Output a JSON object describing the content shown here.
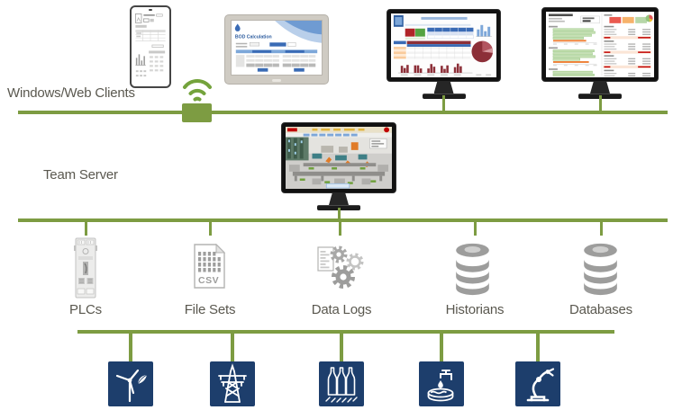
{
  "labels": {
    "clients": "Windows/Web Clients",
    "server": "Team Server"
  },
  "tablet": {
    "screen_title": "BOD Calculation"
  },
  "file_icon": {
    "badge": "CSV"
  },
  "sources": [
    {
      "label": "PLCs"
    },
    {
      "label": "File Sets"
    },
    {
      "label": "Data Logs"
    },
    {
      "label": "Historians"
    },
    {
      "label": "Databases"
    }
  ],
  "industries": [
    {
      "name": "wind-energy"
    },
    {
      "name": "power-transmission"
    },
    {
      "name": "bottling"
    },
    {
      "name": "water-treatment"
    },
    {
      "name": "robotics"
    }
  ],
  "colors": {
    "bus_green": "#7d9c42",
    "icon_gray": "#9d9d9c",
    "industry_navy": "#1d3e6c",
    "label_text": "#5a584f"
  }
}
